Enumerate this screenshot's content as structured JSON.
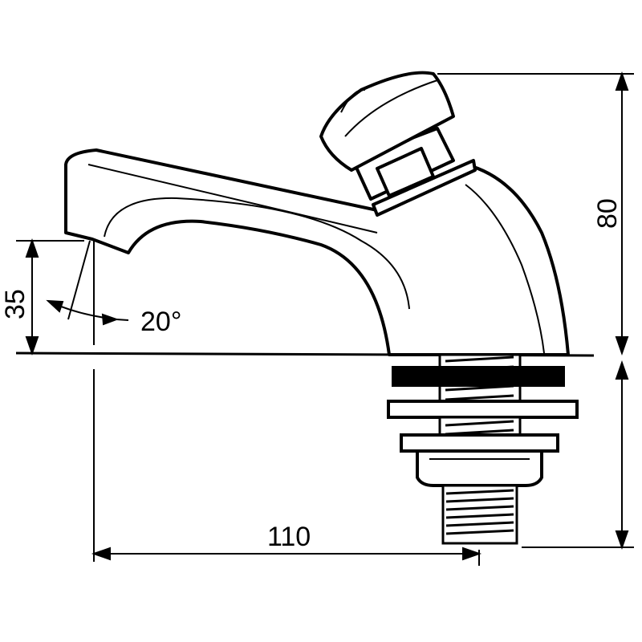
{
  "dimensions": {
    "height_total": "80",
    "outlet_height": "35",
    "spray_angle": "20°",
    "spout_reach": "110"
  },
  "colors": {
    "line": "#000000",
    "background": "#ffffff"
  }
}
